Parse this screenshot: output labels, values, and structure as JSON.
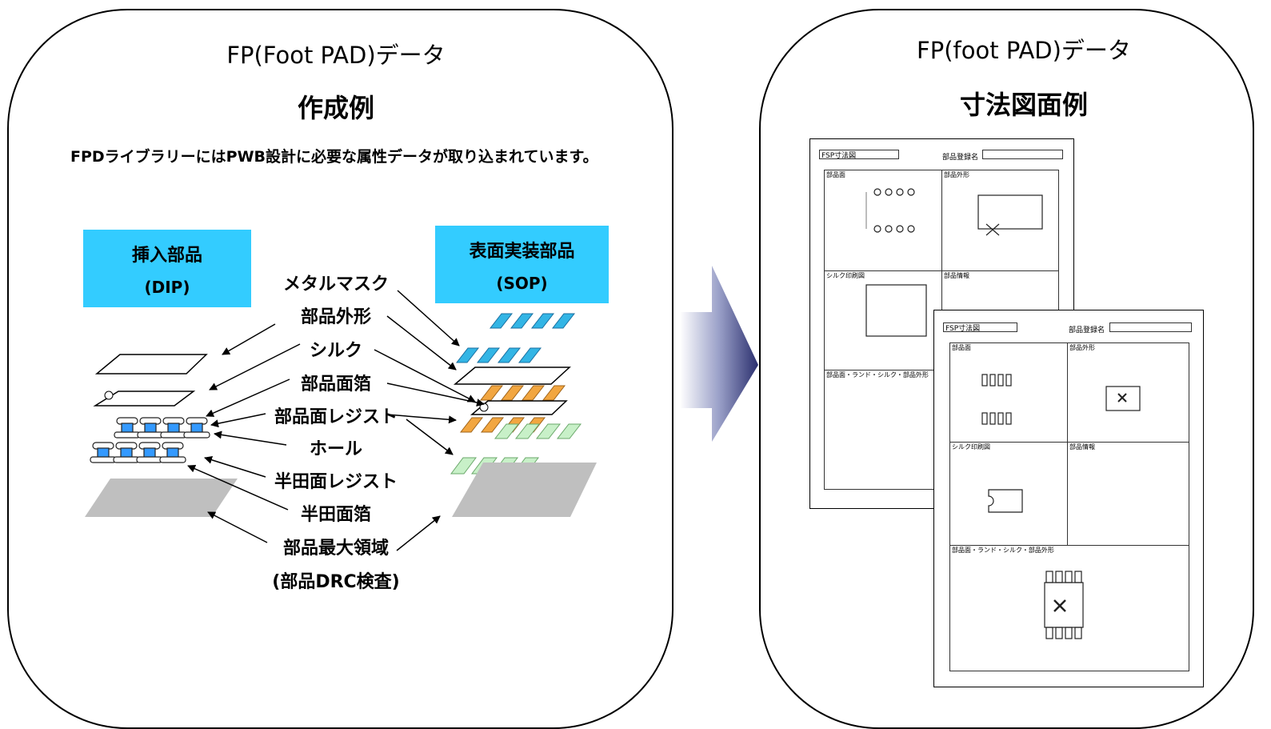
{
  "left": {
    "title": "FP(Foot PAD)データ",
    "subtitle": "作成例",
    "description": "FPDライブラリーにはPWB設計に必要な属性データが取り込まれています。",
    "dip_box": {
      "label": "挿入部品",
      "sub": "(DIP)"
    },
    "sop_box": {
      "label": "表面実装部品",
      "sub": "(SOP)"
    },
    "layers": [
      "メタルマスク",
      "部品外形",
      "シルク",
      "部品面箔",
      "部品面レジスト",
      "ホール",
      "半田面レジスト",
      "半田面箔",
      "部品最大領域",
      "(部品DRC検査)"
    ]
  },
  "right": {
    "title": "FP(foot PAD)データ",
    "subtitle": "寸法図面例",
    "sheet_back": {
      "header_left": "FSP寸法図",
      "header_right": "部品登録名",
      "cells": [
        "部品面",
        "部品外形",
        "シルク印刷図",
        "部品情報",
        "部品面・ランド・シルク・部品外形"
      ]
    },
    "sheet_front": {
      "header_left": "FSP寸法図",
      "header_right": "部品登録名",
      "cells": [
        "部品面",
        "部品外形",
        "シルク印刷図",
        "部品情報",
        "部品面・ランド・シルク・部品外形"
      ]
    }
  },
  "colors": {
    "label_box": "#33ccff",
    "metal_mask": "#33b5e5",
    "copper": "#f2a640",
    "resist": "#c8f0c8",
    "outline_gray": "#bfbfbf",
    "arrow_dark": "#2b2f6e"
  }
}
